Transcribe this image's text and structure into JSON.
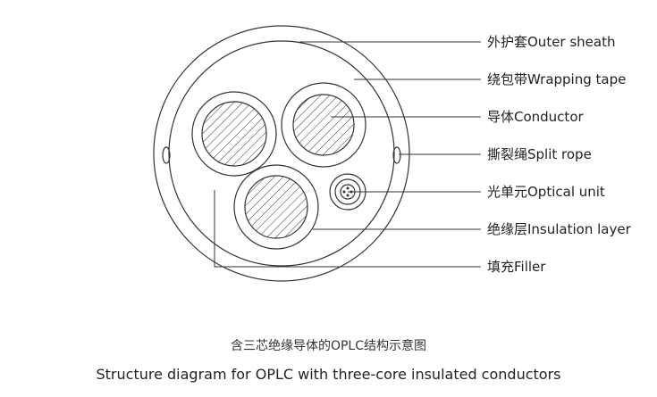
{
  "labels": {
    "outer_sheath": "外护套Outer sheath",
    "wrapping_tape": "绕包带Wrapping tape",
    "conductor": "导体Conductor",
    "split_rope": "撕裂绳Split rope",
    "optical_unit": "光单元Optical unit",
    "insulation_layer": "绝缘层Insulation layer",
    "filler": "填充Filler"
  },
  "caption": {
    "chinese": "含三芯绝缘导体的OPLC结构示意图",
    "english": "Structure diagram for OPLC with three-core insulated conductors"
  },
  "colors": {
    "line": "#333333",
    "text": "#222222"
  }
}
